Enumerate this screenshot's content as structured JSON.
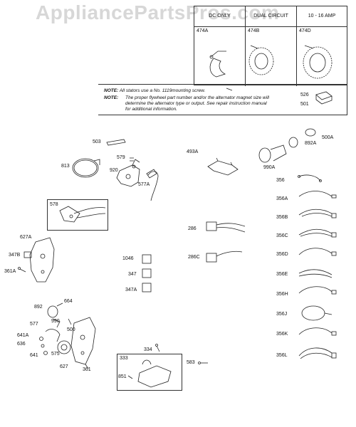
{
  "watermark": "AppliancePartsPros.com",
  "stator_table": {
    "columns": [
      {
        "header": "DC ONLY",
        "part": "474A"
      },
      {
        "header": "DUAL CIRCUIT",
        "part": "474B"
      },
      {
        "header": "10 - 16 AMP",
        "part": "474D"
      }
    ]
  },
  "notes": {
    "note1_label": "NOTE:",
    "note1_text": "All stators use a No. 1119mounting screw.",
    "note2_label": "NOTE:",
    "note2_lines": [
      "The proper flywheel part number and/or the alternator magnet size will",
      "determine the alternator type or output. See repair instruction manual",
      "for additional information."
    ],
    "part_526": "526",
    "part_501": "501"
  },
  "labels": {
    "p503": "503",
    "p579": "579",
    "p813": "813",
    "p920": "920",
    "p577A": "577A",
    "p493A": "493A",
    "p892A": "892A",
    "p500A": "500A",
    "p990A": "990A",
    "p578": "578",
    "p627A": "627A",
    "p347B": "347B",
    "p361A": "361A",
    "p286": "286",
    "p286C": "286C",
    "p1046": "1046",
    "p347": "347",
    "p347A": "347A",
    "p892": "892",
    "p664": "664",
    "p990": "990",
    "p577": "577",
    "p500": "500",
    "p641A": "641A",
    "p636": "636",
    "p641": "641",
    "p575": "575",
    "p627": "627",
    "p361": "361",
    "p334": "334",
    "p333": "333",
    "p851": "851",
    "p583": "583",
    "p356": "356",
    "p356A": "356A",
    "p356B": "356B",
    "p356C": "356C",
    "p356D": "356D",
    "p356E": "356E",
    "p356H": "356H",
    "p356J": "356J",
    "p356K": "356K",
    "p356L": "356L"
  }
}
